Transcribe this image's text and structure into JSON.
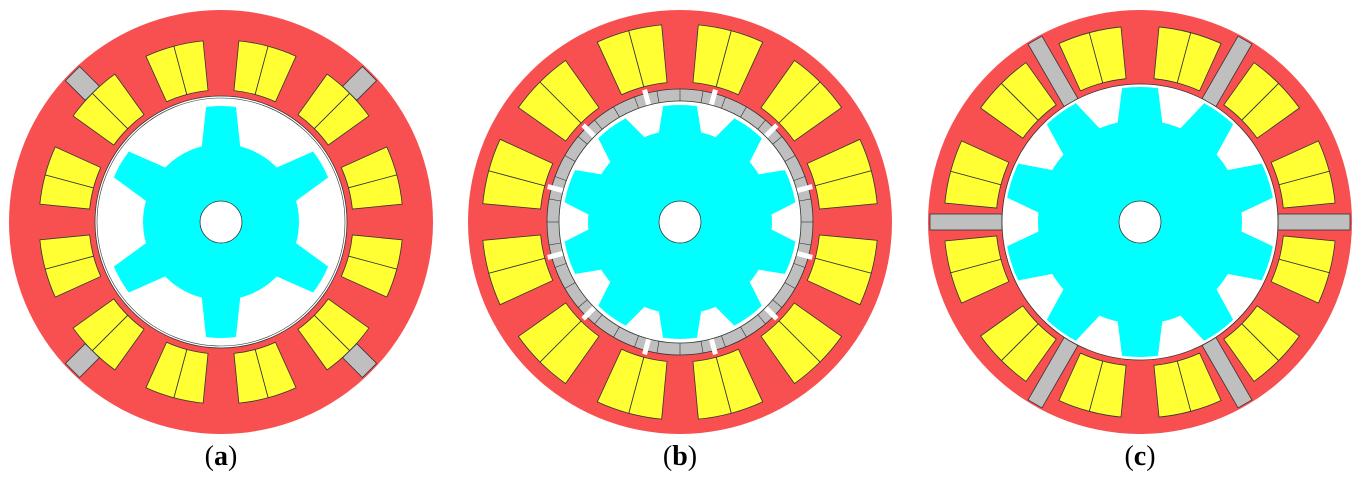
{
  "colors": {
    "stator": "#F85050",
    "coil": "#FFFF33",
    "rotor": "#00FFFF",
    "airgap": "#FFFFFF",
    "magnet_sleeve": "#BFBFBF",
    "outline": "#333333"
  },
  "panels": [
    {
      "id": "a",
      "caption_open": "(",
      "caption_letter": "a",
      "caption_close": ")",
      "stator_slots": 12,
      "rotor_poles": 6,
      "outer_barriers": 4,
      "inner_sleeve": false
    },
    {
      "id": "b",
      "caption_open": "(",
      "caption_letter": "b",
      "caption_close": ")",
      "stator_slots": 12,
      "rotor_poles": 10,
      "outer_barriers": 0,
      "inner_sleeve": true
    },
    {
      "id": "c",
      "caption_open": "(",
      "caption_letter": "c",
      "caption_close": ")",
      "stator_slots": 12,
      "rotor_poles": 10,
      "outer_barriers": 6,
      "inner_sleeve": false
    }
  ]
}
